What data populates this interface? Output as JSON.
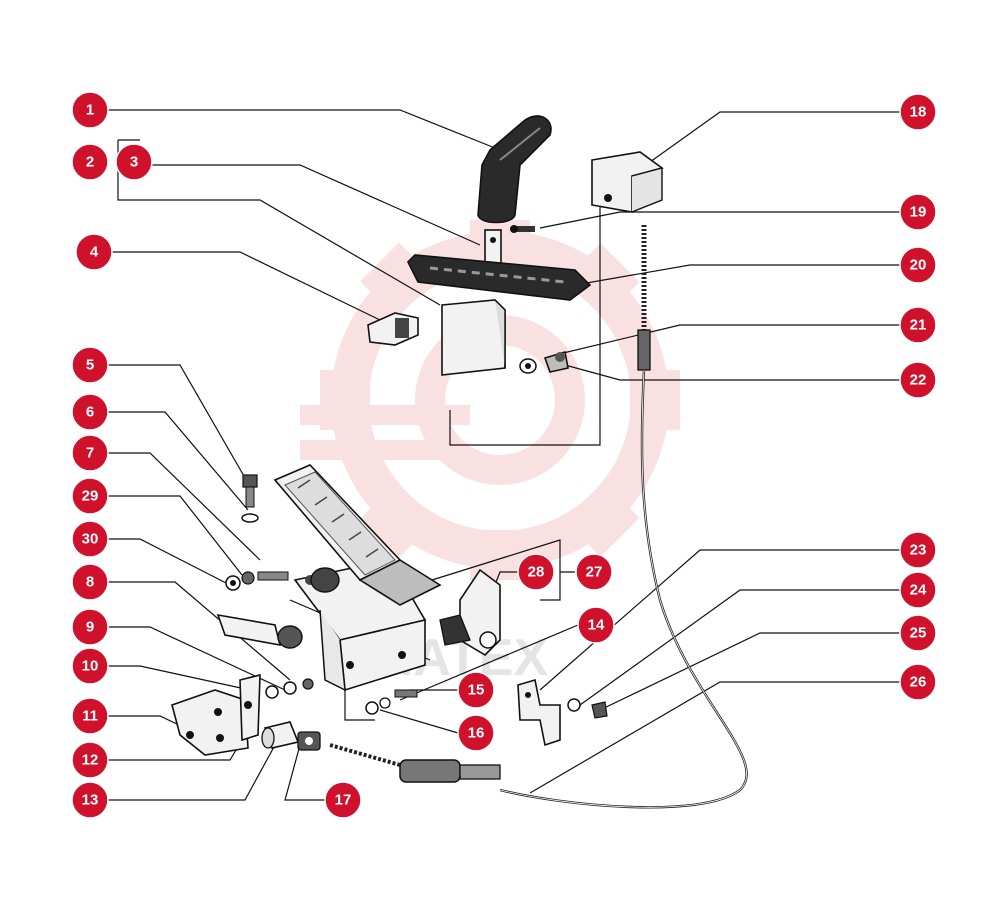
{
  "watermark": {
    "text": "MATEX",
    "color": "#f6c9c9"
  },
  "accent_color": "#d0112b",
  "callouts": [
    {
      "label": "1"
    },
    {
      "label": "2"
    },
    {
      "label": "3"
    },
    {
      "label": "4"
    },
    {
      "label": "5"
    },
    {
      "label": "6"
    },
    {
      "label": "7"
    },
    {
      "label": "8"
    },
    {
      "label": "9"
    },
    {
      "label": "10"
    },
    {
      "label": "11"
    },
    {
      "label": "12"
    },
    {
      "label": "13"
    },
    {
      "label": "14"
    },
    {
      "label": "15"
    },
    {
      "label": "16"
    },
    {
      "label": "17"
    },
    {
      "label": "18"
    },
    {
      "label": "19"
    },
    {
      "label": "20"
    },
    {
      "label": "21"
    },
    {
      "label": "22"
    },
    {
      "label": "23"
    },
    {
      "label": "24"
    },
    {
      "label": "25"
    },
    {
      "label": "26"
    },
    {
      "label": "27"
    },
    {
      "label": "28"
    },
    {
      "label": "29"
    },
    {
      "label": "30"
    }
  ]
}
